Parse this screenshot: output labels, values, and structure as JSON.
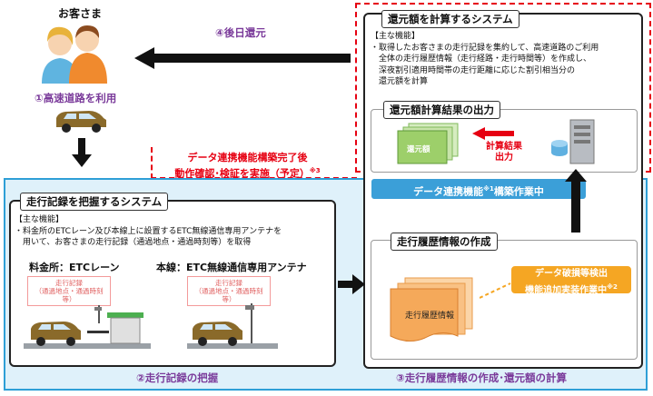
{
  "customer": {
    "title": "お客さま",
    "use_label": "①高速道路を利用",
    "return_label": "④後日還元"
  },
  "notice": {
    "line1": "データ連携機能構築完了後",
    "line2": "動作確認･検証を実施（予定）",
    "note": "※3"
  },
  "calc_system": {
    "title": "還元額を計算するシステム",
    "func_heading": "【主な機能】",
    "func_lines": [
      "・取得したお客さまの走行記録を集約して、高速道路のご利用",
      "全体の走行履歴情報（走行経路・走行時間等）を作成し、",
      "深夜割引適用時間帯の走行距離に応じた割引相当分の",
      "還元額を計算"
    ],
    "output_title": "還元額計算結果の出力",
    "doc_label": "還元額",
    "calc_result_line1": "計算結果",
    "calc_result_line2": "出力"
  },
  "data_link": {
    "label": "データ連携機能",
    "note": "※1",
    "suffix": "構築作業中"
  },
  "travel_history": {
    "title": "走行履歴情報の作成",
    "badge_line1": "データ破損等検出",
    "badge_line2": "機能追加実装作業中",
    "badge_note": "※2",
    "doc_label": "走行履歴情報"
  },
  "record_system": {
    "title": "走行記録を把握するシステム",
    "func_heading": "【主な機能】",
    "func_lines": [
      "・料金所のETCレーン及び本線上に設置するETC無線通信専用アンテナを",
      "用いて、お客さまの走行記録（通過地点・通過時刻等）を取得"
    ],
    "lane_title": "料金所：ETCレーン",
    "antenna_title": "本線：ETC無線通信専用アンテナ",
    "record_label_line1": "走行記録",
    "record_label_line2": "（通過地点・通過時刻等）"
  },
  "bottom": {
    "label_left": "②走行記録の把握",
    "label_right": "③走行履歴情報の作成･還元額の計算"
  },
  "colors": {
    "red_dashed": "#e60012",
    "blue_border": "#2e9fd6",
    "light_blue_fill": "#dff1fa",
    "purple_text": "#7a3a9a",
    "notice_red": "#e60012",
    "orange_badge": "#f5a623",
    "blue_banner": "#3b9fd8"
  }
}
